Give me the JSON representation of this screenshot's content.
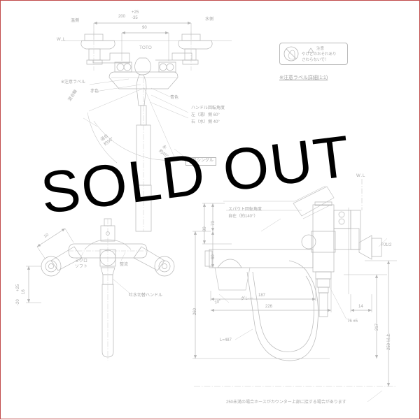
{
  "sheet": {
    "border_color": "#c14a4a",
    "line_color": "#b0b0b0",
    "text_color": "#a8a8a8"
  },
  "watermark": {
    "text": "SOLD OUT",
    "color": "#000000"
  },
  "top_view": {
    "dim_overall": "200",
    "dim_overall_tol_upper": "+25",
    "dim_overall_tol_lower": "-35",
    "dim_center": "90",
    "brand": "TOTO",
    "label_hot_side": "温側",
    "label_cold_side": "水側",
    "label_wl": "W.L",
    "label_caution_sticker": "※注意ラベル",
    "label_red": "赤色",
    "label_blue": "青色",
    "label_mixed_axis": "混合軸",
    "label_hot_angle": "湯合\n約50°",
    "label_cold_angle": "水\n約45°",
    "handle_angle_title": "ハンドル回転角度",
    "handle_angle_left": "左（湯）側 60°",
    "handle_angle_right": "右（水）側 40°",
    "eco_badge": "エコシングル"
  },
  "caution_label": {
    "heading": "注意",
    "warn_icon": "warning-triangle-icon",
    "nohand_icon": "no-touch-hand-icon",
    "line1": "やけどのおそれあり",
    "line2": "さわらないで！",
    "caption": "※注意ラベル詳細(1:1)"
  },
  "bottom_left_view": {
    "dim_10": "10",
    "dim_16": "16",
    "dim_tol_upper": "+25",
    "dim_tol_lower": "-20",
    "label_micro_soft": "ミクロ\nソフト",
    "label_straight_flow": "整流",
    "label_switch_handle": "吐水切替ハンドル"
  },
  "main_view": {
    "label_wl": "W.L",
    "label_pj": "PJ1/2",
    "label_gray": "グレー",
    "label_angle_10": "10°",
    "spout_angle_title": "スパウト回転角度",
    "spout_angle_value": "自在（約140°）",
    "dim_99": "99",
    "dim_73": "73",
    "dim_60": "60",
    "dim_260": "260",
    "dim_187": "187",
    "dim_226": "226",
    "dim_14": "14",
    "dim_76": "76 ±5",
    "dim_217": "217",
    "dim_250_min": "250 以上",
    "hose_length": "L=487",
    "footnote": "250未満の場合ホースがカウンター上部に接する場合があります"
  }
}
